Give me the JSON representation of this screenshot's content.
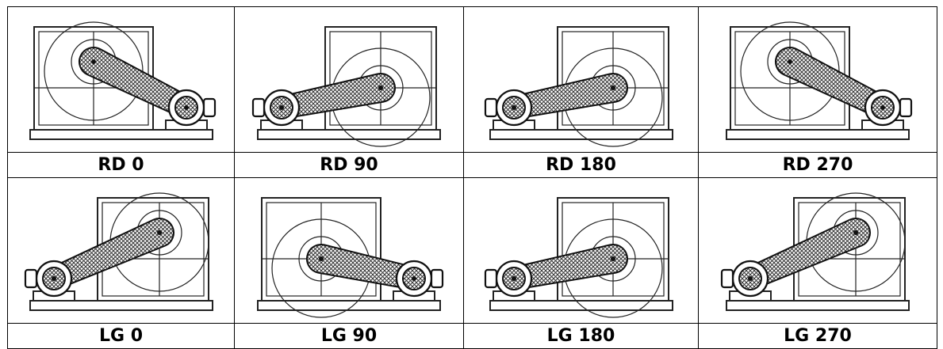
{
  "rows": [
    {
      "labels": [
        "RD 0",
        "RD 90",
        "RD 180",
        "RD 270"
      ]
    },
    {
      "labels": [
        "LG 0",
        "LG 90",
        "LG 180",
        "LG 270"
      ]
    }
  ],
  "diagrams": [
    {
      "code": "RD 0",
      "motor_side": "right",
      "fan_pulley": "upper-left"
    },
    {
      "code": "RD 90",
      "motor_side": "left",
      "fan_pulley": "middle-right"
    },
    {
      "code": "RD 180",
      "motor_side": "left",
      "fan_pulley": "middle-right"
    },
    {
      "code": "RD 270",
      "motor_side": "right",
      "fan_pulley": "upper-left"
    },
    {
      "code": "LG 0",
      "motor_side": "left",
      "fan_pulley": "upper-right"
    },
    {
      "code": "LG 90",
      "motor_side": "right",
      "fan_pulley": "middle-left"
    },
    {
      "code": "LG 180",
      "motor_side": "left",
      "fan_pulley": "middle-right"
    },
    {
      "code": "LG 270",
      "motor_side": "left",
      "fan_pulley": "upper-right"
    }
  ]
}
